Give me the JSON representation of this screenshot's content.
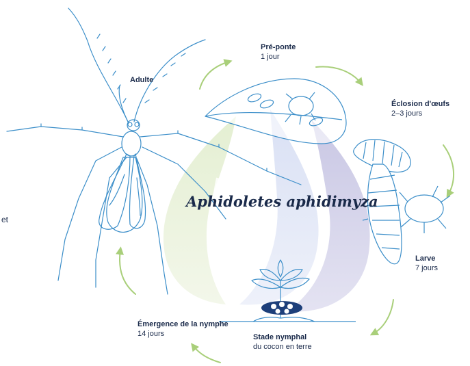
{
  "species_name": "Aphidoletes aphidimyza",
  "left_fragment": "et",
  "stages": {
    "adulte": {
      "title": "Adulte"
    },
    "preponte": {
      "title": "Pré-ponte",
      "duration": "1 jour"
    },
    "eclosion": {
      "title": "Éclosion d'œufs",
      "duration": "2–3 jours"
    },
    "larve": {
      "title": "Larve",
      "duration": "7 jours"
    },
    "nymphal": {
      "title": "Stade nymphal",
      "duration": "du cocon en terre"
    },
    "emergence": {
      "title": "Émergence de la nymphe",
      "duration": "14 jours"
    }
  },
  "colors": {
    "line": "#3b8ec9",
    "arrow": "#a9cf7a",
    "leaf_green": "#e3eed3",
    "leaf_blue": "#dde3f3",
    "leaf_purple": "#cfcde6",
    "text": "#1a2a4a",
    "cocoon": "#1d3f7a"
  },
  "icons": [
    "insect-adult-illustration",
    "egg-leaf-illustration",
    "larva-illustration",
    "plant-cocoon-illustration",
    "cycle-arrow-icon"
  ]
}
